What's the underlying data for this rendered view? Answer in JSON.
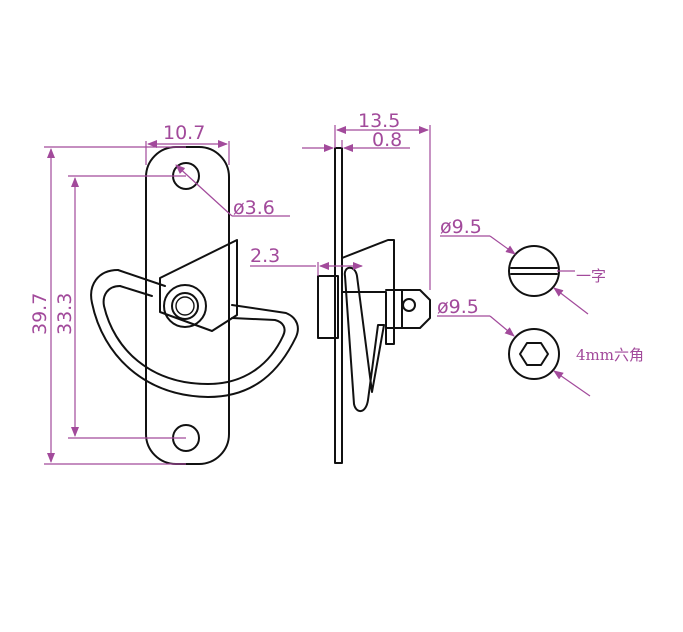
{
  "dimensions": {
    "front_width": "10.7",
    "hole_dia": "ø3.6",
    "overall_height": "39.7",
    "hole_spacing": "33.3",
    "side_depth": "13.5",
    "plate_thickness": "0.8",
    "offset": "2.3",
    "head_dia_top": "ø9.5",
    "head_dia_bottom": "ø9.5"
  },
  "notes": {
    "slot_head": "一字",
    "hex_head": "4mm六角"
  },
  "colors": {
    "outline": "#111111",
    "dimension": "#a24a9b"
  }
}
